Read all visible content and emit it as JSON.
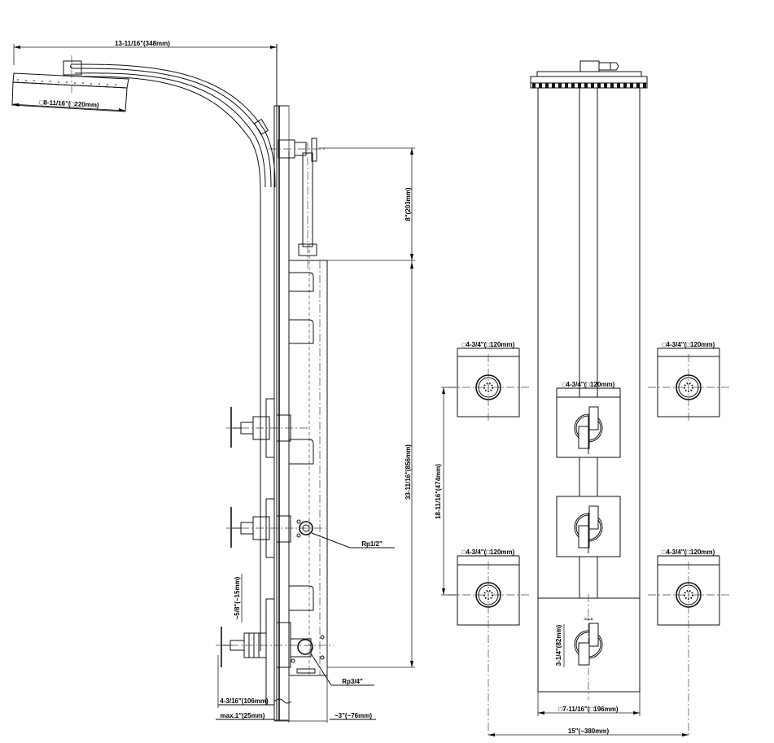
{
  "drawing": {
    "subject": "Shower panel with rain shower head, three control valves and four body jets",
    "views": [
      "side-view",
      "front-view"
    ]
  },
  "side_view": {
    "dimensions": {
      "arm_projection": "13-11/16\"(348mm)",
      "head_size": "□8-11/16\"(□220mm)",
      "top_to_panel": "8\"(203mm)",
      "panel_height": "33-11/16\"(856mm)",
      "valve_spacing": "~5/8\"(~15mm)",
      "handle_depth": "4-3/16\"(106mm)",
      "wall_gap": "max.1\"(25mm)",
      "panel_depth": "~3\"(~76mm)"
    },
    "connections": {
      "cold_hot_inlet": "Rp1/2\"",
      "main_inlet": "Rp3/4\""
    }
  },
  "front_view": {
    "dimensions": {
      "jet_size_top_left": "□4-3/4\"(□120mm)",
      "jet_size_top_right": "□4-3/4\"(□120mm)",
      "jet_size_bottom_left": "□4-3/4\"(□120mm)",
      "jet_size_bottom_right": "□4-3/4\"(□120mm)",
      "valve_size": "□4-3/4\"(□120mm)",
      "jet_vertical_spacing": "18-11/16\"(474mm)",
      "lower_valve_height": "3-1/4\"(82mm)",
      "panel_width": "□7-11/16\"(□196mm)",
      "jet_horizontal_spacing": "15\"(~380mm)",
      "small_marking": "COLD"
    }
  }
}
